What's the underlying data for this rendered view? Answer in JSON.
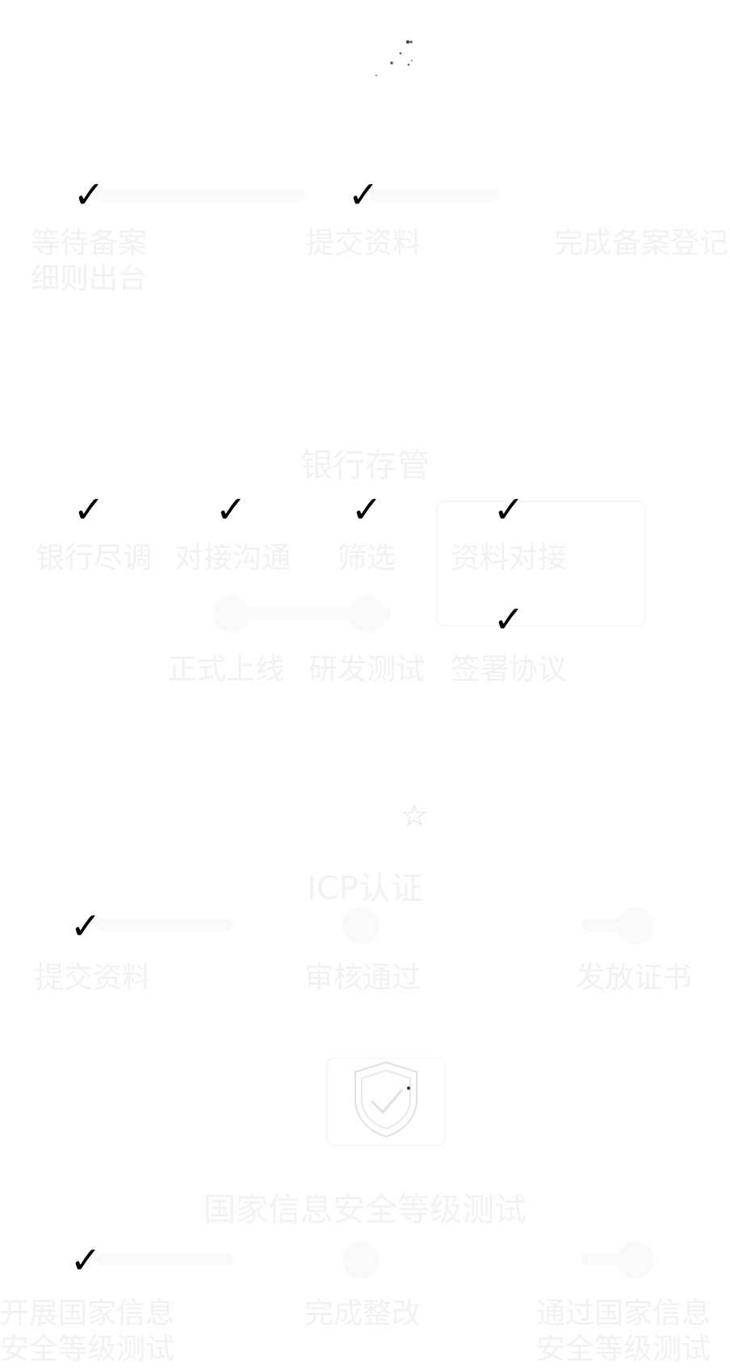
{
  "colors": {
    "check": "#000000",
    "faint_text": "#f1f1f1",
    "faint_shape": "#f9f9f9"
  },
  "section1": {
    "steps": [
      {
        "label_line1": "等待备案",
        "label_line2": "细则出台",
        "done": true
      },
      {
        "label": "提交资料",
        "done": true
      },
      {
        "label": "完成备案登记",
        "done": false
      }
    ]
  },
  "section2": {
    "title": "银行存管",
    "row1": [
      {
        "label": "银行尽调",
        "done": true
      },
      {
        "label": "对接沟通",
        "done": true
      },
      {
        "label": "筛选",
        "done": true
      },
      {
        "label": "资料对接",
        "done": true
      }
    ],
    "row2": [
      {
        "label": "正式上线",
        "done": false
      },
      {
        "label": "研发测试",
        "done": false
      },
      {
        "label": "签署协议",
        "done": true
      }
    ]
  },
  "section3": {
    "icon": "star-icon",
    "title": "ICP认证",
    "steps": [
      {
        "label": "提交资料",
        "done": true
      },
      {
        "label": "审核通过",
        "done": false
      },
      {
        "label": "发放证书",
        "done": false
      }
    ]
  },
  "section4": {
    "icon": "shield-check-icon",
    "title": "国家信息安全等级测试",
    "steps": [
      {
        "label_line1": "开展国家信息",
        "label_line2": "安全等级测试",
        "done": true
      },
      {
        "label": "完成整改",
        "done": false
      },
      {
        "label_line1": "通过国家信息",
        "label_line2": "安全等级测试",
        "done": false
      }
    ]
  },
  "glyphs": {
    "check": "✓",
    "star": "☆"
  }
}
